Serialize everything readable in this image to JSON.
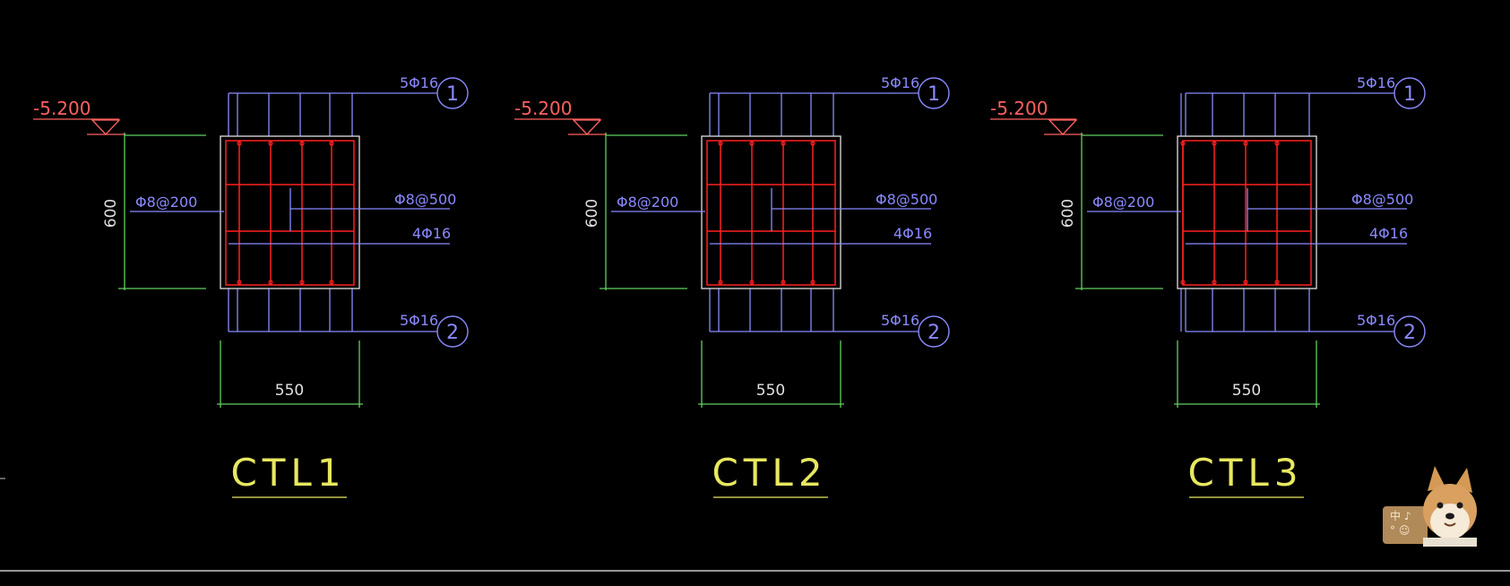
{
  "drawings": [
    {
      "title": "CTL1",
      "elevation": "-5.200",
      "dim_height": "600",
      "dim_width": "550",
      "top_bar": "5Φ16",
      "bottom_bar": "5Φ16",
      "stirrup_left": "Φ8@200",
      "stirrup_right": "Φ8@500",
      "side_bar": "4Φ16",
      "marker_top": "1",
      "marker_bottom": "2",
      "verticals": [
        265,
        300,
        335,
        368
      ]
    },
    {
      "title": "CTL2",
      "elevation": "-5.200",
      "dim_height": "600",
      "dim_width": "550",
      "top_bar": "5Φ16",
      "bottom_bar": "5Φ16",
      "stirrup_left": "Φ8@200",
      "stirrup_right": "Φ8@500",
      "side_bar": "4Φ16",
      "marker_top": "1",
      "marker_bottom": "2",
      "verticals": [
        265,
        300,
        335,
        368
      ]
    },
    {
      "title": "CTL3",
      "elevation": "-5.200",
      "dim_height": "600",
      "dim_width": "550",
      "top_bar": "5Φ16",
      "bottom_bar": "5Φ16",
      "stirrup_left": "Φ8@200",
      "stirrup_right": "Φ8@500",
      "side_bar": "4Φ16",
      "marker_top": "1",
      "marker_bottom": "2",
      "verticals": [
        250,
        285,
        320,
        355
      ]
    }
  ],
  "ime_toolbar": {
    "line1": "中 ♪",
    "line2": "° ☺"
  },
  "colors": {
    "background": "#000000",
    "rebar": "#ff2020",
    "annotation": "#8a8aff",
    "dimension": "#60d060",
    "elevation": "#ff6060",
    "title": "#e8e860",
    "outline": "#e0e0e0"
  }
}
